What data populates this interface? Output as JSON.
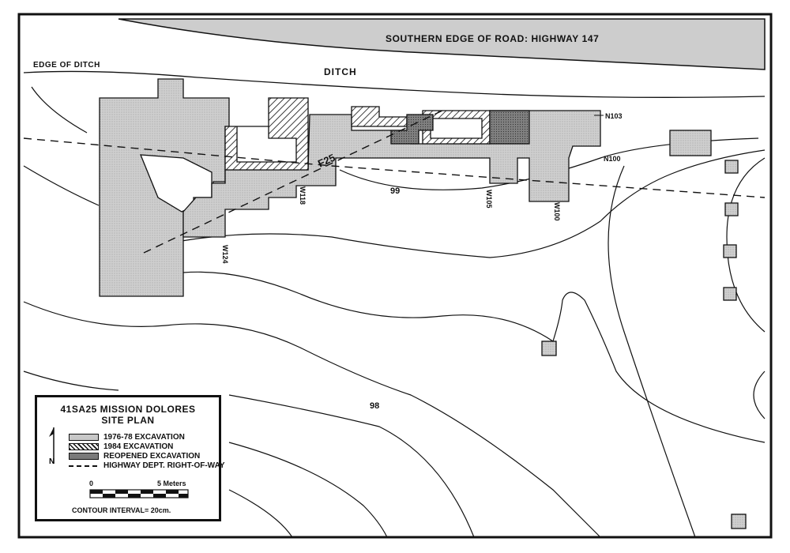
{
  "map": {
    "road_label": "SOUTHERN EDGE OF ROAD: HIGHWAY 147",
    "ditch_label": "DITCH",
    "ditch_edge_label": "EDGE OF DITCH",
    "feature_label": "F25",
    "contour_labels": [
      "99",
      "98"
    ],
    "grid_labels": {
      "n103": "N103",
      "n100": "N100",
      "w118": "W118",
      "w124": "W124",
      "w105": "W105",
      "w100": "W100"
    }
  },
  "legend": {
    "title_line1": "41SA25 MISSION DOLORES",
    "title_line2": "SITE PLAN",
    "north_label": "N",
    "items": [
      {
        "label": "1976-78 EXCAVATION",
        "pattern": "stipple"
      },
      {
        "label": "1984 EXCAVATION",
        "pattern": "hatch"
      },
      {
        "label": "REOPENED EXCAVATION",
        "pattern": "dark"
      },
      {
        "label": "HIGHWAY DEPT. RIGHT-OF-WAY",
        "pattern": "dashed"
      }
    ],
    "scale_start": "0",
    "scale_end": "5 Meters",
    "contour_interval": "CONTOUR INTERVAL= 20cm."
  },
  "colors": {
    "stipple": "#c8c8c8",
    "dark": "#7a7a7a",
    "road": "#cdcdcd",
    "line": "#111111"
  }
}
